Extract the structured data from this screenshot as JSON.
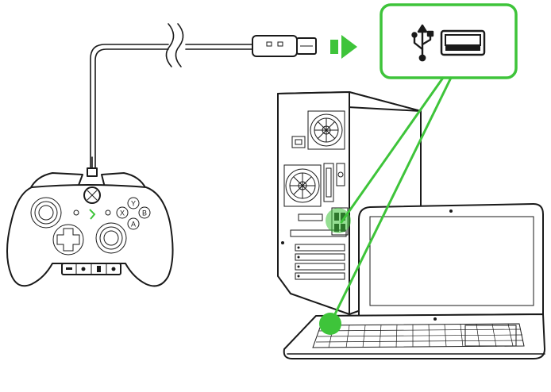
{
  "colors": {
    "accent": "#3ec43a",
    "outline": "#1a1a1a",
    "background": "#ffffff"
  },
  "icons": {
    "usb_symbol": "usb-icon",
    "usb_port": "usb-port-icon",
    "arrow": "right-arrow-icon"
  },
  "controller": {
    "face_buttons": [
      "Y",
      "X",
      "B",
      "A"
    ]
  }
}
